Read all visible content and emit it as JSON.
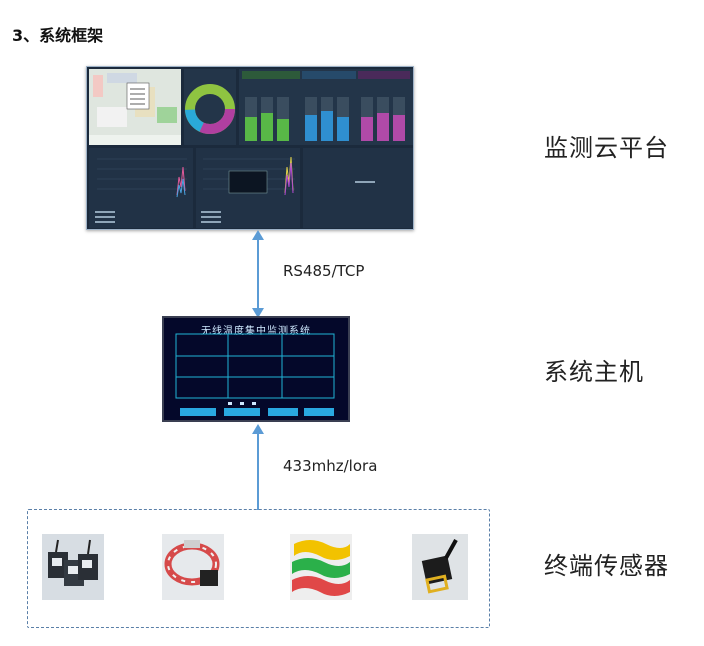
{
  "heading": "3、系统框架",
  "layers": {
    "cloud": "监测云平台",
    "host": "系统主机",
    "sensors": "终端传感器"
  },
  "links": {
    "upper": "RS485/TCP",
    "lower": "433mhz/lora"
  },
  "host_screen": {
    "title": "无线温度集中监测系统"
  },
  "colors": {
    "arrow": "#5b9bd5",
    "host_bg": "#04082a",
    "host_grid": "#1fb3d6",
    "dash_bg": "#1b2a3c"
  }
}
